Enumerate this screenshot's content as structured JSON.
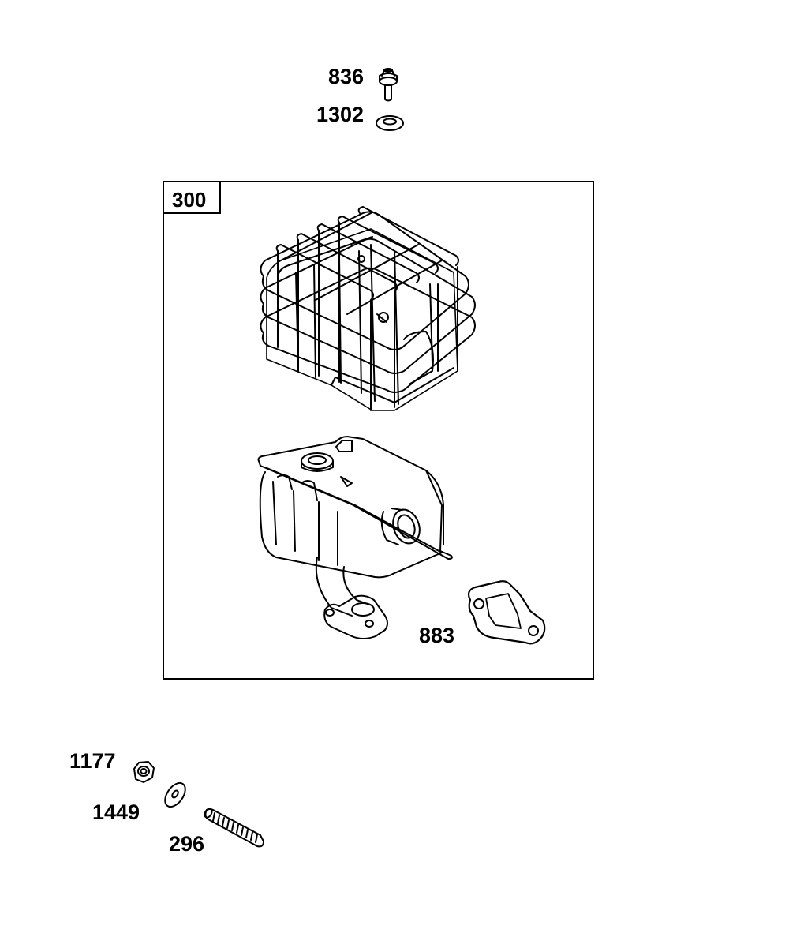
{
  "diagram": {
    "parts": [
      {
        "id": "bolt",
        "number": "836"
      },
      {
        "id": "washer-top",
        "number": "1302"
      },
      {
        "id": "assembly",
        "number": "300"
      },
      {
        "id": "gasket",
        "number": "883"
      },
      {
        "id": "nut",
        "number": "1177"
      },
      {
        "id": "washer-bottom",
        "number": "1449"
      },
      {
        "id": "stud",
        "number": "296"
      }
    ]
  }
}
